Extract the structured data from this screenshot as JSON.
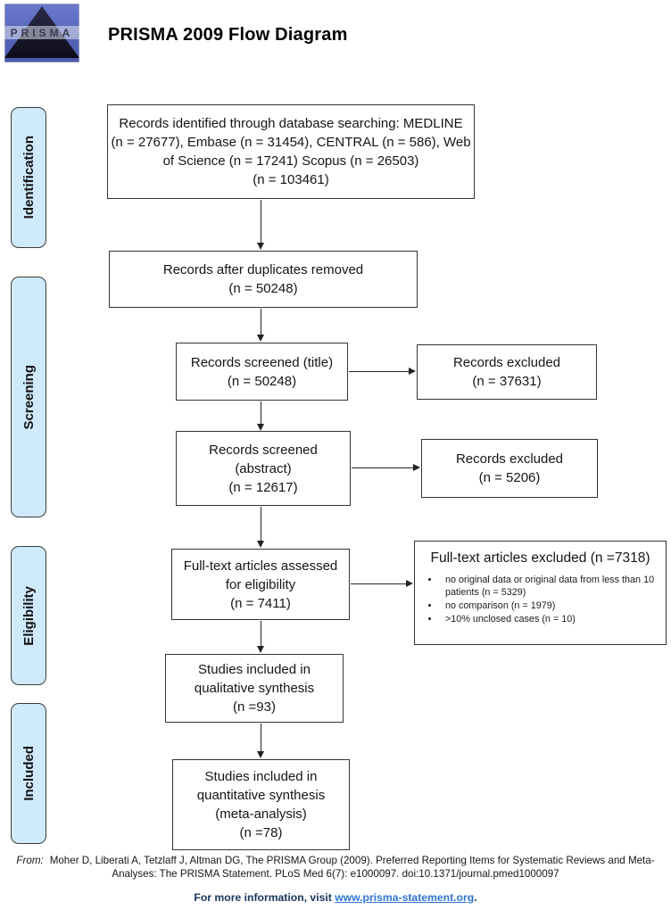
{
  "header": {
    "title": "PRISMA 2009 Flow Diagram",
    "logo_text": "PRISMA"
  },
  "stages": [
    {
      "label": "Identification"
    },
    {
      "label": "Screening"
    },
    {
      "label": "Eligibility"
    },
    {
      "label": "Included"
    }
  ],
  "boxes": {
    "identified": {
      "lines": [
        "Records identified through database searching: MEDLINE",
        "(n = 27677), Embase (n = 31454), CENTRAL (n = 586), Web",
        "of Science (n = 17241) Scopus (n = 26503)",
        "(n = 103461)"
      ]
    },
    "duplicates": {
      "lines": [
        "Records after duplicates removed",
        "(n = 50248)"
      ]
    },
    "screened_title": {
      "lines": [
        "Records screened (title)",
        "(n = 50248)"
      ]
    },
    "excluded_title": {
      "lines": [
        "Records excluded",
        "(n = 37631)"
      ]
    },
    "screened_abstract": {
      "lines": [
        "Records screened",
        "(abstract)",
        "(n = 12617)"
      ]
    },
    "excluded_abstract": {
      "lines": [
        "Records excluded",
        "(n = 5206)"
      ]
    },
    "fulltext": {
      "lines": [
        "Full-text articles assessed",
        "for eligibility",
        "(n = 7411)"
      ]
    },
    "fulltext_excluded": {
      "title": "Full-text articles excluded (n =7318)",
      "bullets": [
        "no original data or original data from less than 10 patients (n = 5329)",
        "no comparison (n = 1979)",
        ">10% unclosed cases (n = 10)"
      ]
    },
    "qualitative": {
      "lines": [
        "Studies included in",
        "qualitative synthesis",
        "(n =93)"
      ]
    },
    "quantitative": {
      "lines": [
        "Studies included in",
        "quantitative synthesis",
        "(meta-analysis)",
        "(n =78)"
      ]
    }
  },
  "citation": {
    "prefix": "From:",
    "line1": "Moher D, Liberati A, Tetzlaff J, Altman DG, The PRISMA Group (2009). Preferred Reporting Items for Systematic Reviews and Meta-",
    "line2": "Analyses: The PRISMA Statement. PLoS Med 6(7): e1000097. doi:10.1371/journal.pmed1000097"
  },
  "footer": {
    "text": "For more information, visit ",
    "link": "www.prisma-statement.org",
    "suffix": "."
  },
  "colors": {
    "stage_fill": "#cfeafb",
    "box_border": "#333333",
    "footer_navy": "#17365d",
    "link_blue": "#2e75d6",
    "logo_blue": "#5a68bd"
  }
}
